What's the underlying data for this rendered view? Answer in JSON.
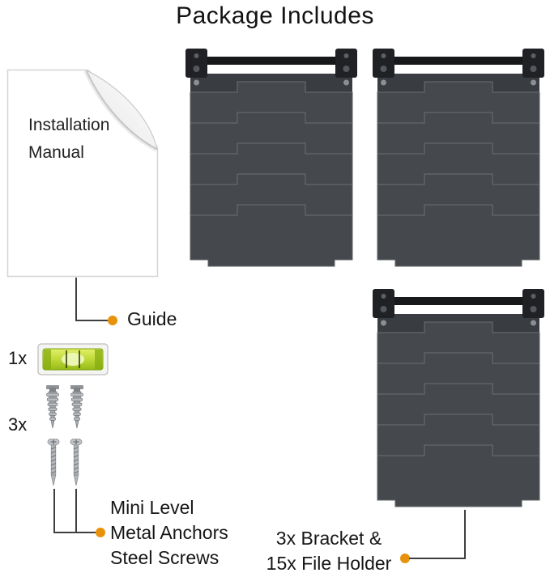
{
  "title": "Package Includes",
  "manual": {
    "line1": "Installation",
    "line2": "Manual"
  },
  "quantities": {
    "level": "1x",
    "anchors_screws": "3x"
  },
  "callouts": {
    "guide": "Guide",
    "mini_level": "Mini Level",
    "metal_anchors": "Metal Anchors",
    "steel_screws": "Steel Screws",
    "bracket_line1": "3x Bracket &",
    "bracket_line2": "15x File Holder"
  },
  "items": {
    "manual_icon": "installation-manual-paper",
    "level_icon": "mini-spirit-level",
    "anchor_icon": "drywall-anchor",
    "screw_icon": "steel-screw",
    "holder_icon": "wall-file-holder-with-bracket",
    "holder_count": 3,
    "pockets_per_holder": 5
  },
  "colors": {
    "accent_dot": "#E8920C",
    "pocket_gray": "#45484D",
    "bracket_black": "#17181A",
    "level_green": "#B9D433",
    "line_gray": "#3F3F3F"
  }
}
